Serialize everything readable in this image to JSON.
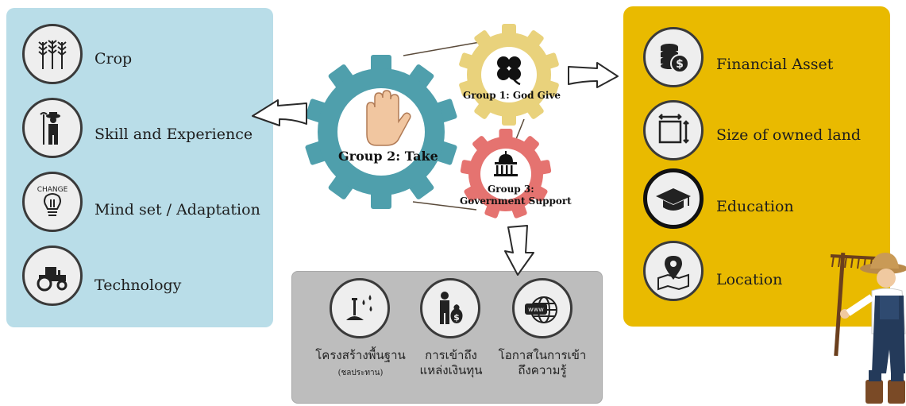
{
  "left_panel": {
    "items": [
      {
        "label": "Crop",
        "icon": "wheat-icon"
      },
      {
        "label": "Skill and Experience",
        "icon": "farmer-icon"
      },
      {
        "label": "Mind set / Adaptation",
        "icon": "change-bulb-icon"
      },
      {
        "label": "Technology",
        "icon": "tractor-icon"
      }
    ]
  },
  "right_panel": {
    "items": [
      {
        "label": "Financial Asset",
        "icon": "coins-icon"
      },
      {
        "label": "Size of owned land",
        "icon": "land-size-icon"
      },
      {
        "label": "Education",
        "icon": "graduation-cap-icon"
      },
      {
        "label": "Location",
        "icon": "map-pin-icon"
      }
    ]
  },
  "gears": {
    "take": {
      "label": "Group 2: Take",
      "color": "#4f9fac"
    },
    "god_give": {
      "label": "Group 1: God Give",
      "color": "#e9d27c"
    },
    "gov": {
      "label_line1": "Group 3:",
      "label_line2": "Government Support",
      "color": "#e57370"
    }
  },
  "bottom_panel": {
    "items": [
      {
        "label_line1": "โครงสร้างพื้นฐาน",
        "label_small": "(ชลประทาน)",
        "icon": "irrigation-icon"
      },
      {
        "label_line1": "การเข้าถึง",
        "label_line2": "แหล่งเงินทุน",
        "icon": "money-access-icon"
      },
      {
        "label_line1": "โอกาสในการเข้า",
        "label_line2": "ถึงความรู้",
        "icon": "www-globe-icon"
      }
    ]
  },
  "colors": {
    "left_panel": "#b9dde8",
    "right_panel": "#e9ba00",
    "bottom_panel": "#bdbdbd"
  }
}
